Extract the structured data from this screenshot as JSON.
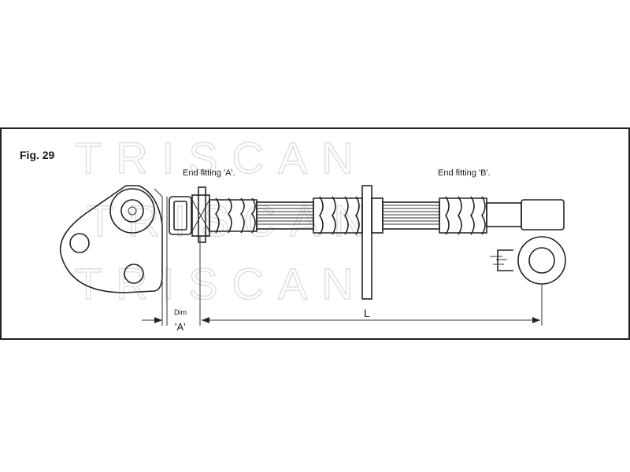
{
  "figure": {
    "label": "Fig. 29",
    "watermark": "TRISCAN"
  },
  "labels": {
    "end_fitting_a": "End fitting 'A'.",
    "end_fitting_b": "End fitting 'B'.",
    "dim_top": "Dim",
    "dim_bottom": "'A'",
    "length": "L"
  },
  "colors": {
    "line": "#222222",
    "hose_fill": "#e6e6e6",
    "watermark": "#d9d9d9"
  }
}
